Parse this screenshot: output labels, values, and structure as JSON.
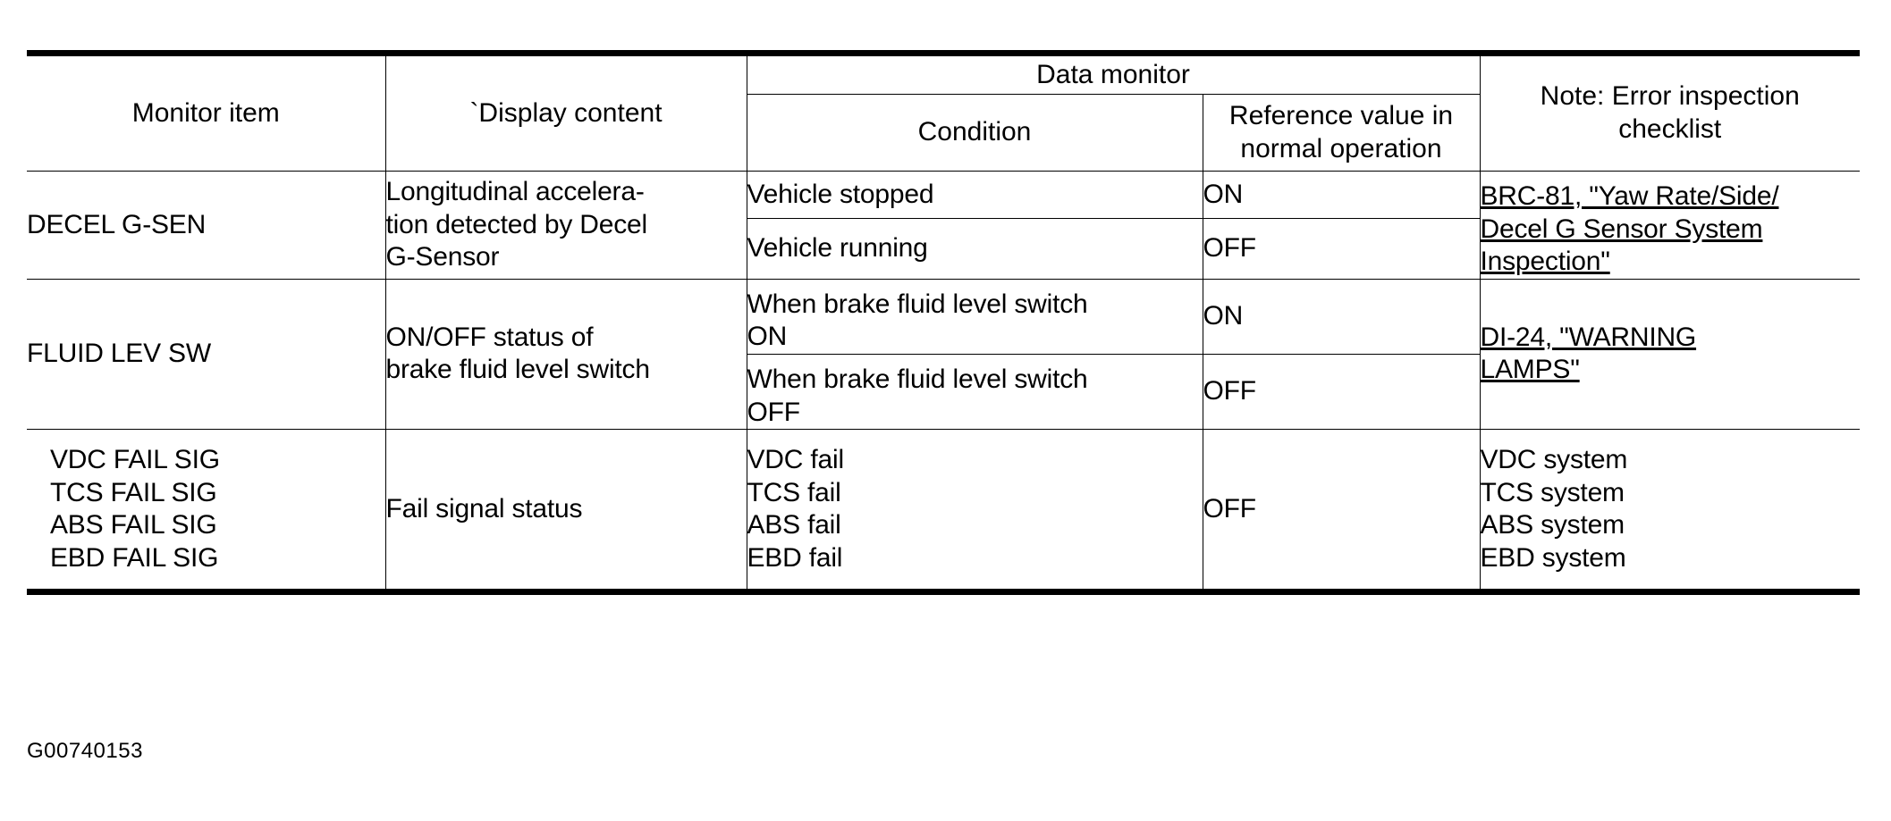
{
  "document": {
    "figure_id": "G00740153"
  },
  "table": {
    "headers": {
      "monitor_item": "Monitor item",
      "display_content": "`Display content",
      "data_monitor": "Data monitor",
      "condition": "Condition",
      "reference_value": "Reference value in\nnormal operation",
      "note": "Note: Error inspection\nchecklist"
    },
    "rows": [
      {
        "monitor_item": "DECEL G-SEN",
        "display_content": "Longitudinal accelera-\ntion detected by Decel\nG-Sensor",
        "note": "BRC-81, \"Yaw Rate/Side/\nDecel G Sensor System\nInspection\"",
        "note_is_link": true,
        "entries": [
          {
            "condition": "Vehicle stopped",
            "reference": "ON"
          },
          {
            "condition": "Vehicle running",
            "reference": "OFF"
          }
        ]
      },
      {
        "monitor_item": "FLUID LEV SW",
        "display_content": "ON/OFF status of\nbrake fluid level switch",
        "note": "DI-24, \"WARNING\nLAMPS\"",
        "note_is_link": true,
        "entries": [
          {
            "condition": "When brake fluid level switch\nON",
            "reference": "ON"
          },
          {
            "condition": "When brake fluid level switch\nOFF",
            "reference": "OFF"
          }
        ]
      },
      {
        "monitor_item": "VDC FAIL SIG\nTCS FAIL SIG\nABS FAIL SIG\nEBD FAIL SIG",
        "display_content": "Fail signal status",
        "note": "VDC system\nTCS system\nABS system\nEBD system",
        "note_is_link": false,
        "entries": [
          {
            "condition": "VDC fail\nTCS fail\nABS fail\nEBD fail",
            "reference": "OFF"
          }
        ]
      }
    ]
  }
}
